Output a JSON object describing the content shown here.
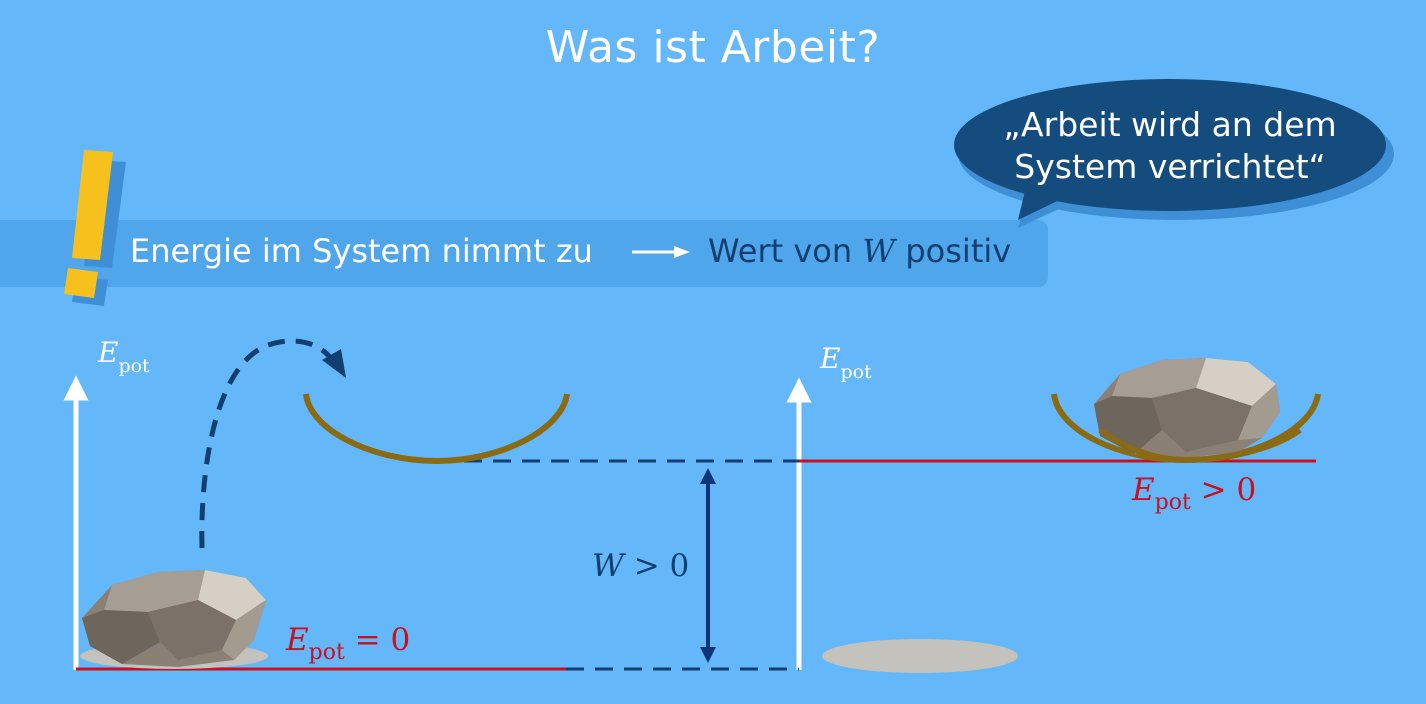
{
  "title": "Was ist Arbeit?",
  "banner": {
    "left_text": "Energie im System nimmt zu",
    "right_text": "Wert von",
    "right_var": "W",
    "right_suffix": "positiv"
  },
  "speech_bubble": {
    "line1": "„Arbeit wird an dem",
    "line2": "System verrichtet“"
  },
  "left_axis": {
    "symbol": "E",
    "subscript": "pot"
  },
  "right_axis": {
    "symbol": "E",
    "subscript": "pot"
  },
  "left_level": {
    "symbol": "E",
    "subscript": "pot",
    "relation": " = 0"
  },
  "right_level": {
    "symbol": "E",
    "subscript": "pot",
    "relation": " > 0"
  },
  "work_label": {
    "symbol": "W",
    "relation": " > 0"
  },
  "colors": {
    "background": "#64b8fa",
    "banner": "#4fa6ea",
    "bubble": "#144c7d",
    "dark_blue": "#123e70",
    "arrow_blue": "#0f3579",
    "level_red": "#c8101e",
    "bowl": "#8b6a14",
    "exclamation": "#f7c11d",
    "rock": "#8b8076",
    "shadow": "#c4c2bd",
    "white": "#ffffff"
  }
}
